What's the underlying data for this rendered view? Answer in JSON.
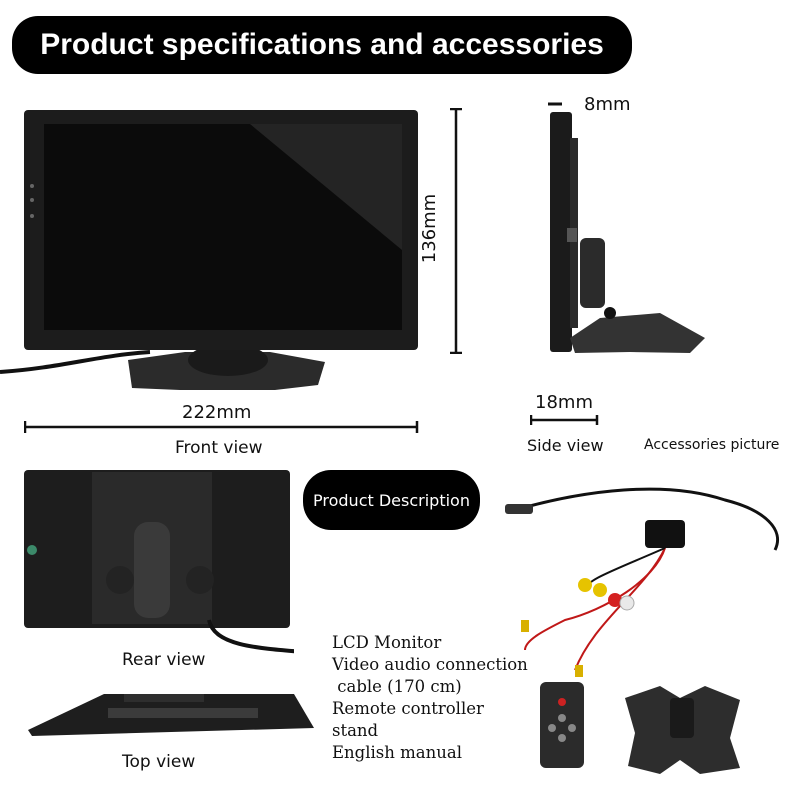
{
  "header": {
    "title": "Product specifications and accessories"
  },
  "dimensions": {
    "height": "136mm",
    "width": "222mm",
    "depth": "8mm",
    "stand_depth": "18mm"
  },
  "views": {
    "front": "Front view",
    "side": "Side view",
    "rear": "Rear view",
    "top": "Top view",
    "accessories": "Accessories picture"
  },
  "description": {
    "title": "Product Description",
    "items": [
      "LCD Monitor",
      "Video audio connection",
      " cable (170 cm)",
      "Remote controller",
      "stand",
      "English manual"
    ]
  }
}
